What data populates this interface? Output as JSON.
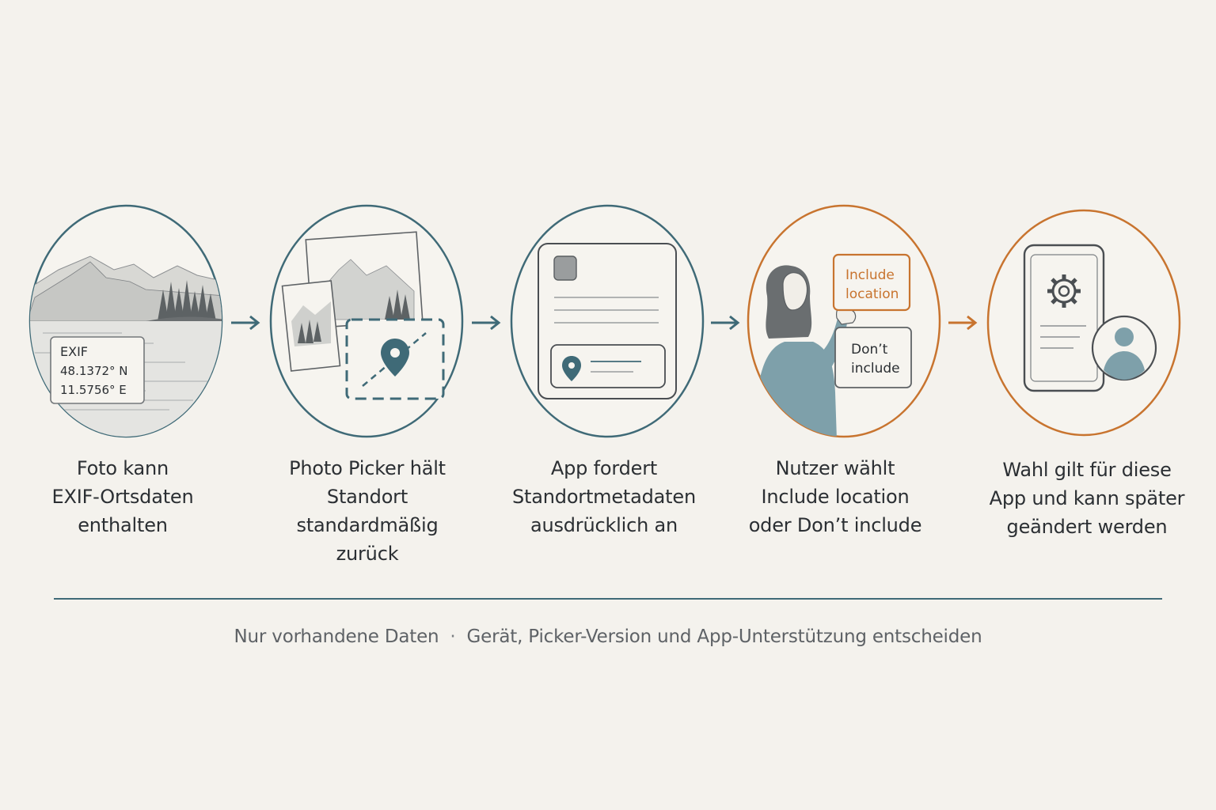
{
  "colors": {
    "background": "#f4f2ed",
    "teal": "#3f6a77",
    "orange": "#c8742f",
    "ink": "#2b2f33",
    "muted": "#5e6266"
  },
  "steps": [
    {
      "caption": "Foto kann\nEXIF-Ortsdaten\nenthalten",
      "exif": {
        "title": "EXIF",
        "lat": "48.1372° N",
        "lon": "11.5756° E"
      }
    },
    {
      "caption": "Photo Picker hält\nStandort\nstandardmäßig\nzurück"
    },
    {
      "caption": "App fordert\nStandortmetadaten\nausdrücklich an"
    },
    {
      "caption": "Nutzer wählt\nInclude location\noder Don’t include",
      "option_include": "Include\nlocation",
      "option_include_line1": "Include",
      "option_include_line2": "location",
      "option_dont_line1": "Don’t",
      "option_dont_line2": "include"
    },
    {
      "caption": "Wahl gilt für diese\nApp und kann später\ngeändert werden"
    }
  ],
  "footer": {
    "left": "Nur vorhandene Daten",
    "separator": "·",
    "right": "Gerät, Picker-Version und App-Unterstützung entscheiden"
  },
  "icons": [
    "landscape-photo-icon",
    "photo-stack-icon",
    "location-pin-icon",
    "app-window-icon",
    "person-pointing-icon",
    "phone-settings-icon",
    "gear-icon",
    "user-avatar-icon",
    "arrow-right-icon"
  ]
}
